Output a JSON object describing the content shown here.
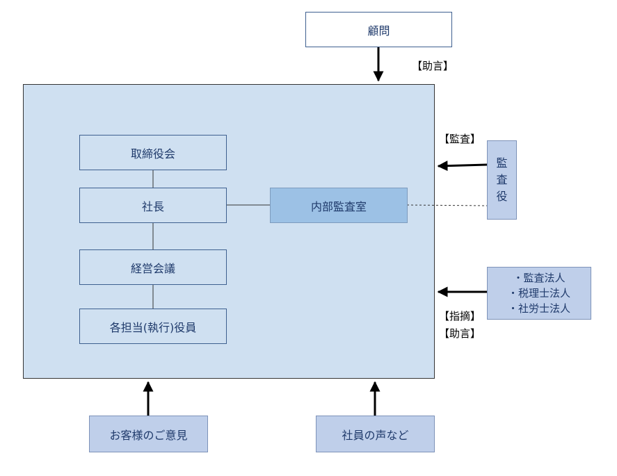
{
  "nodes": {
    "advisor": "顧問",
    "board": "取締役会",
    "president": "社長",
    "internal_audit": "内部監査室",
    "management_meeting": "経営会議",
    "officers": "各担当(執行)役員",
    "auditor": [
      "監",
      "査",
      "役"
    ],
    "external": [
      "・監査法人",
      "・税理士法人",
      "・社労士法人"
    ],
    "customer_opinions": "お客様のご意見",
    "employee_voices": "社員の声など"
  },
  "labels": {
    "advice_top": "【助言】",
    "audit": "【監査】",
    "point_out": "【指摘】",
    "advice_bottom": "【助言】"
  },
  "colors": {
    "company_fill": "#cfe0f1",
    "internal_audit_fill": "#9cc1e5",
    "external_fill": "#bfcfea",
    "text": "#1f3a6b"
  }
}
